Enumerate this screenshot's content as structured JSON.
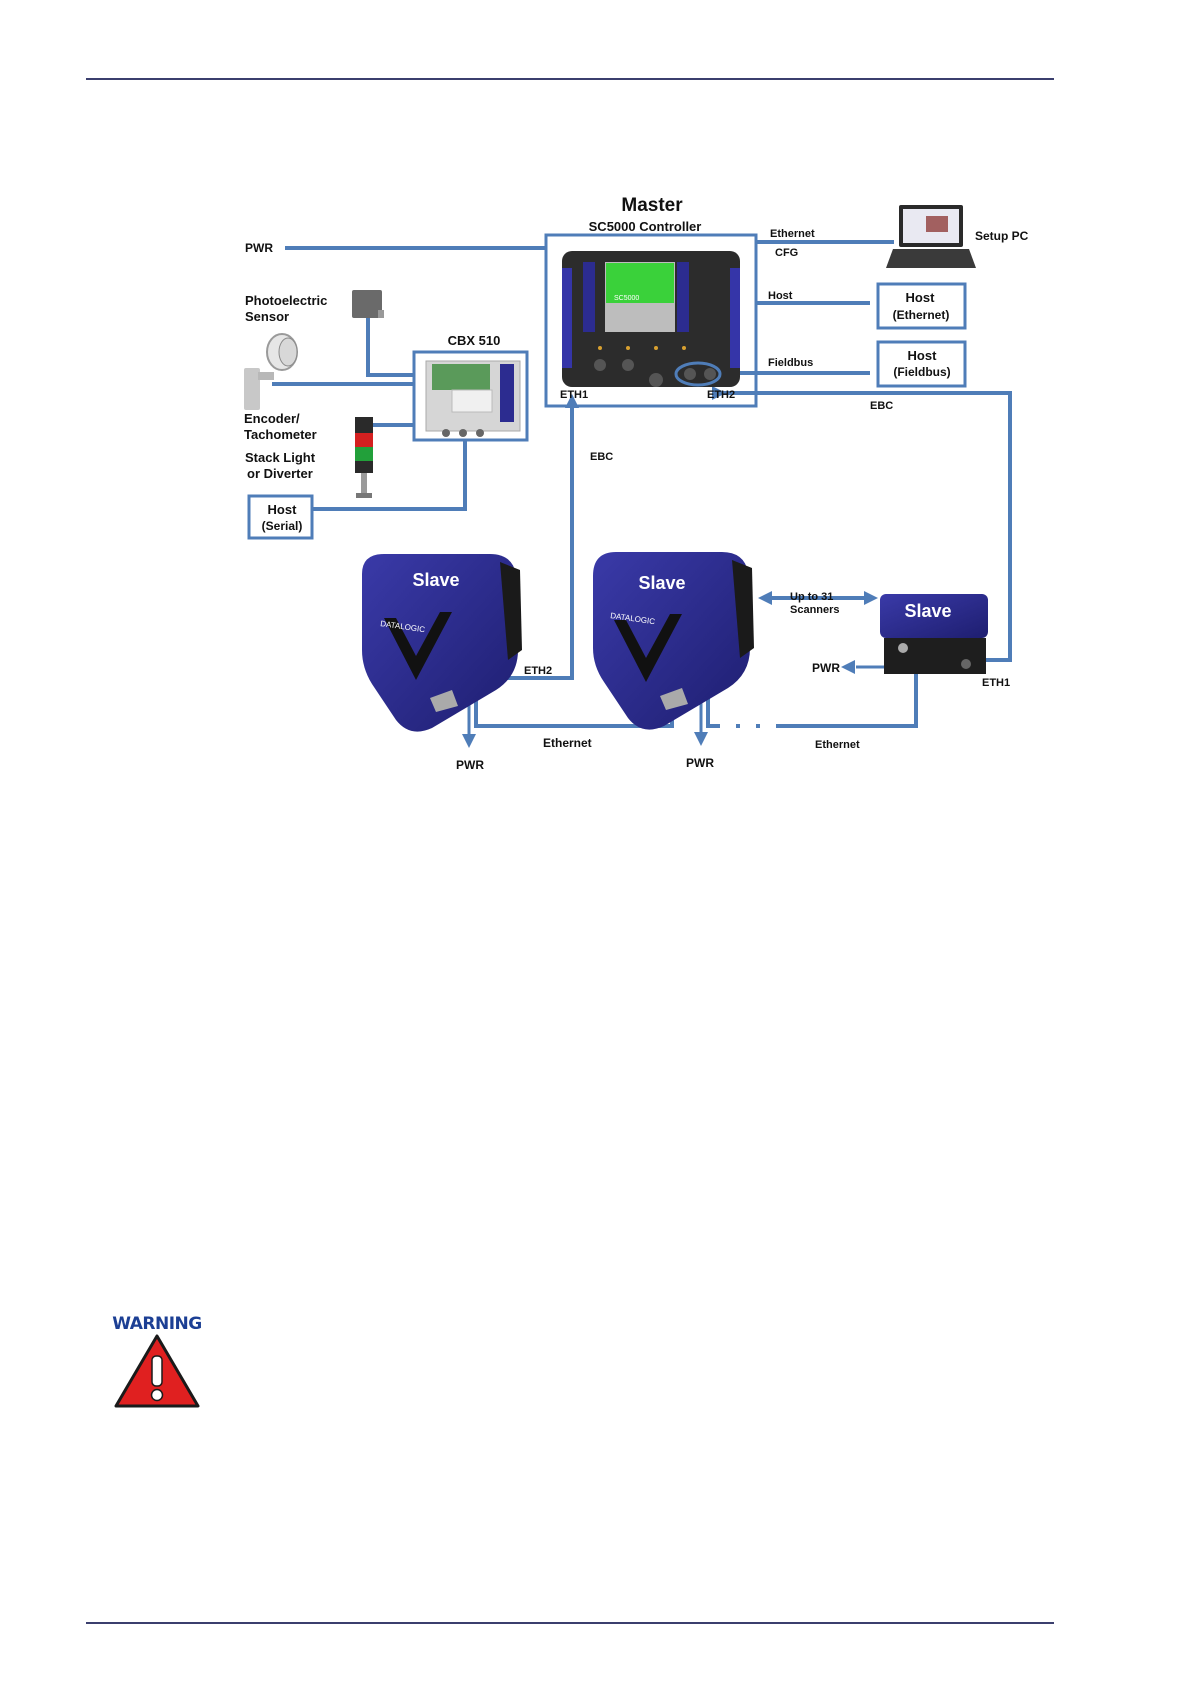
{
  "diagram": {
    "master_title": "Master",
    "controller_label": "SC5000 Controller",
    "pwr_left": "PWR",
    "photoelectric": "Photoelectric",
    "sensor": "Sensor",
    "cbx": "CBX 510",
    "encoder": "Encoder/",
    "tachometer": "Tachometer",
    "stack_light": "Stack Light",
    "or_diverter": "or Diverter",
    "host_serial_1": "Host",
    "host_serial_2": "(Serial)",
    "ethernet_cfg_1": "Ethernet",
    "ethernet_cfg_2": "CFG",
    "setup_pc": "Setup PC",
    "host_label": "Host",
    "host_eth_1": "Host",
    "host_eth_2": "(Ethernet)",
    "fieldbus_label": "Fieldbus",
    "host_fb_1": "Host",
    "host_fb_2": "(Fieldbus)",
    "eth1_master": "ETH1",
    "eth2_master": "ETH2",
    "ebc_right": "EBC",
    "ebc_mid": "EBC",
    "slave1": "Slave",
    "slave2": "Slave",
    "slave3": "Slave",
    "up_to_1": "Up to 31",
    "up_to_2": "Scanners",
    "eth2_slave": "ETH2",
    "eth1_slave": "ETH1",
    "pwr_slave3": "PWR",
    "ethernet_bottom_1": "Ethernet",
    "ethernet_bottom_2": "Ethernet",
    "pwr_bottom_1": "PWR",
    "pwr_bottom_2": "PWR",
    "brand": "DATALOGIC",
    "screen_model": "SC5000"
  },
  "warning": {
    "label": "WARNING"
  },
  "colors": {
    "link": "#4f7db8",
    "scanner": "#2a2a8c",
    "rule": "#3b3f6e",
    "warning_red": "#e02020"
  }
}
